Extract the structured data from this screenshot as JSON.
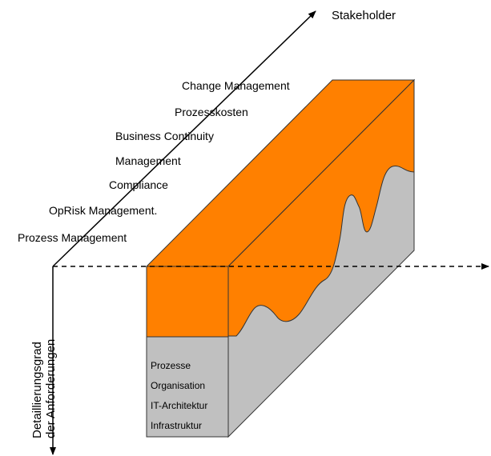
{
  "colors": {
    "orange": "#ff8000",
    "grey": "#c0c0c0",
    "stroke": "#333333"
  },
  "axes": {
    "stakeholder_label": "Stakeholder",
    "vertical_label_line1": "Detaillierungsgrad",
    "vertical_label_line2": "der Anforderungen"
  },
  "stakeholders": [
    "Change Management",
    "Prozesskosten",
    "Business Continuity",
    "Management",
    "Compliance",
    "OpRisk Management.",
    "Prozess Management"
  ],
  "layers": [
    "Prozesse",
    "Organisation",
    "IT-Architektur",
    "Infrastruktur"
  ]
}
